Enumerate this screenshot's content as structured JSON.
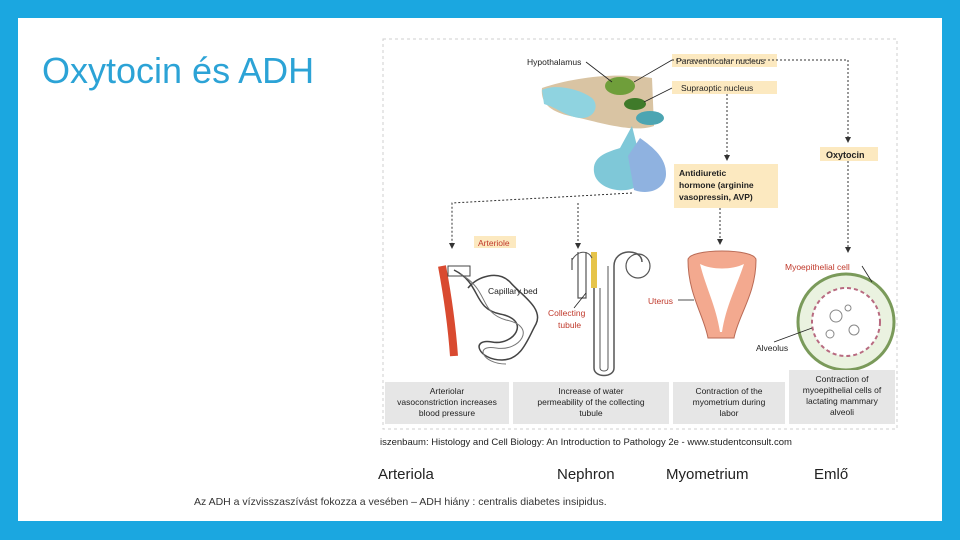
{
  "slide": {
    "title": "Oxytocin és ADH",
    "credit": "iszenbaum: Histology and Cell Biology: An Introduction to Pathology 2e - www.studentconsult.com",
    "captions": [
      "Arteriola",
      "Nephron",
      "Myometrium",
      "Emlő"
    ],
    "footnote": "Az ADH  a vízvisszaszívást fokozza a vesében – ADH hiány : centralis diabetes insipidus."
  },
  "diagram": {
    "labels": {
      "hypothalamus": "Hypothalamus",
      "paraventricular": "Paraventricular nucleus",
      "supraoptic": "Supraoptic nucleus",
      "oxytocin": "Oxytocin",
      "adh_line1": "Antidiuretic",
      "adh_line2": "hormone (arginine",
      "adh_line3": "vasopressin, AVP)",
      "arteriole": "Arteriole",
      "capillary_bed": "Capillary bed",
      "collecting_line1": "Collecting",
      "collecting_line2": "tubule",
      "uterus": "Uterus",
      "myoepithelial": "Myoepithelial cell",
      "alveolus": "Alveolus"
    },
    "effects": {
      "arteriolar": [
        "Arteriolar",
        "vasoconstriction increases",
        "blood pressure"
      ],
      "water": [
        "Increase of water",
        "permeability of the collecting",
        "tubule"
      ],
      "myometrium": [
        "Contraction of the",
        "myometrium during",
        "labor"
      ],
      "myoepithelial": [
        "Contraction of",
        "myoepithelial cells of",
        "lactating mammary",
        "alveoli"
      ]
    },
    "colors": {
      "label_box": "#FCE9C0",
      "effect_box": "#E6E6E6",
      "hypothalamus": "#D9C4A3",
      "pituitary_posterior": "#8FB2E0",
      "pituitary_anterior": "#7FC8D8",
      "uterus_muscle": "#F3A98F",
      "arteriole": "#D94A30"
    }
  }
}
